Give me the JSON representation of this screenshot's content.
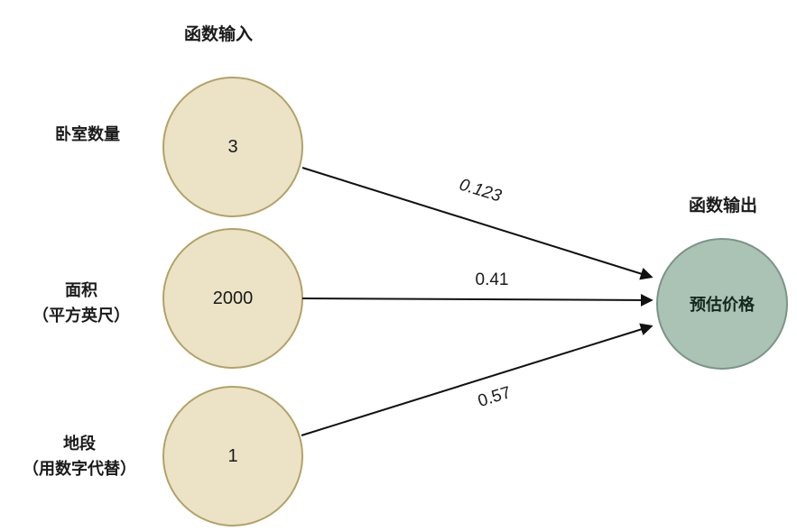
{
  "diagram": {
    "input_title": "函数输入",
    "output_title": "函数输出",
    "nodes": [
      {
        "id": "bedrooms",
        "label_lines": [
          "卧室数量"
        ],
        "value": "3"
      },
      {
        "id": "area",
        "label_lines": [
          "面积",
          "（平方英尺）"
        ],
        "value": "2000"
      },
      {
        "id": "location",
        "label_lines": [
          "地段",
          "（用数字代替）"
        ],
        "value": "1"
      }
    ],
    "output_node": {
      "label": "预估价格"
    },
    "weights": [
      "0.123",
      "0.41",
      "0.57"
    ],
    "colors": {
      "input_fill": "#ECE3C6",
      "input_border": "#B2A267",
      "output_fill": "#ABC3B4",
      "output_border": "#7A9488",
      "arrow": "#111111"
    }
  }
}
